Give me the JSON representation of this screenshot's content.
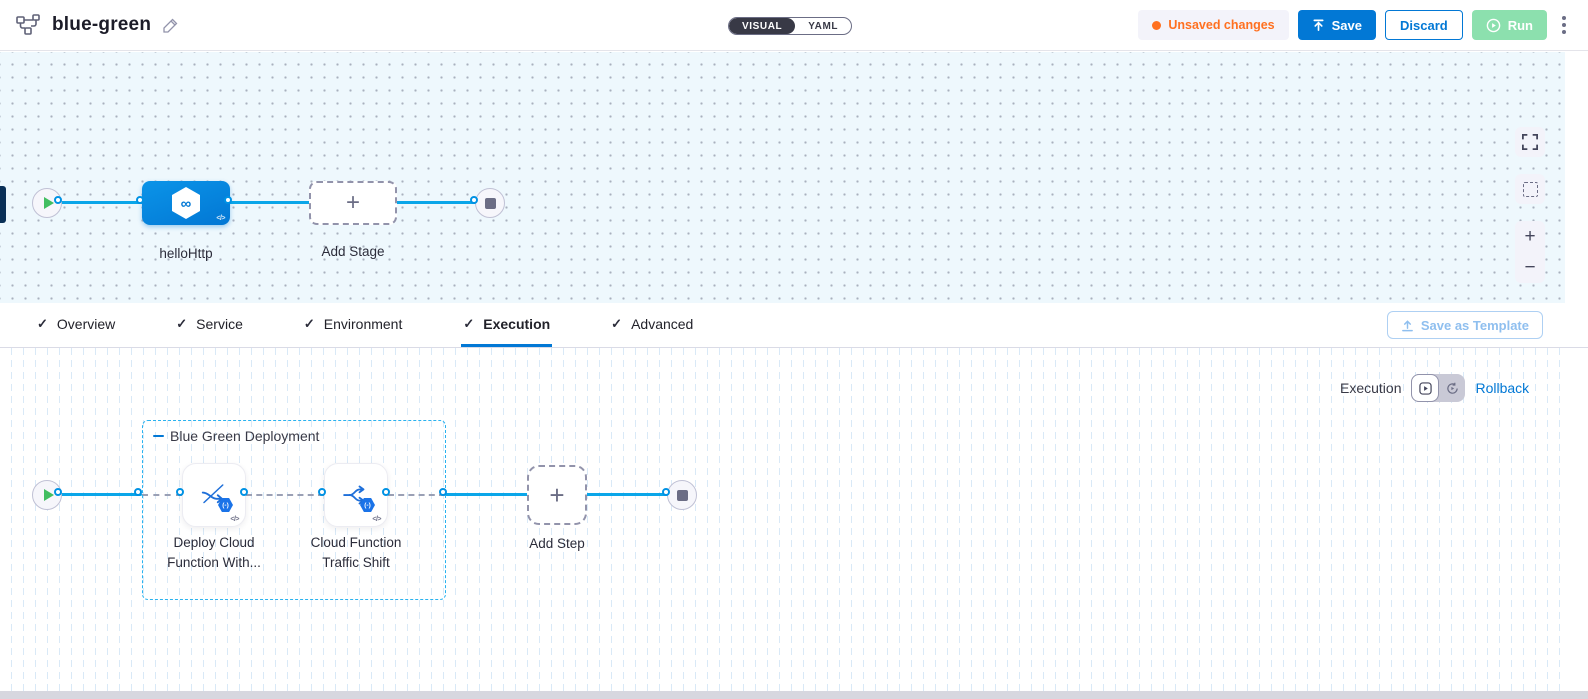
{
  "header": {
    "title": "blue-green",
    "mode_toggle": {
      "visual_label": "VISUAL",
      "yaml_label": "YAML",
      "selected": "VISUAL"
    },
    "unsaved_changes_label": "Unsaved changes",
    "save_label": "Save",
    "discard_label": "Discard",
    "run_label": "Run"
  },
  "stage_canvas": {
    "stage_name": "helloHttp",
    "add_stage_label": "Add Stage"
  },
  "tabs": {
    "items": [
      {
        "label": "Overview",
        "checked": true
      },
      {
        "label": "Service",
        "checked": true
      },
      {
        "label": "Environment",
        "checked": true
      },
      {
        "label": "Execution",
        "checked": true
      },
      {
        "label": "Advanced",
        "checked": true
      }
    ],
    "active_tab": "Execution",
    "save_as_template_label": "Save as Template"
  },
  "execution_canvas": {
    "mode_label": "Execution",
    "rollback_label": "Rollback",
    "group_label": "Blue Green Deployment",
    "steps": [
      {
        "name": "Deploy Cloud Function With..."
      },
      {
        "name": "Cloud Function Traffic Shift"
      }
    ],
    "add_step_label": "Add Step"
  },
  "icons": {
    "plus": "+",
    "minus": "−",
    "check": "✓",
    "infinity": "∞",
    "code_glyph": "</>",
    "gcf_badge": "(-)"
  },
  "colors": {
    "accent_blue": "#0278d5",
    "connector_blue": "#0aa6e9",
    "warning_orange": "#ff7020",
    "run_green": "#8ce0ae",
    "toggle_dark": "#383946",
    "group_border_blue": "#29b2ef",
    "canvas_top_bg": "#eef8fd"
  }
}
